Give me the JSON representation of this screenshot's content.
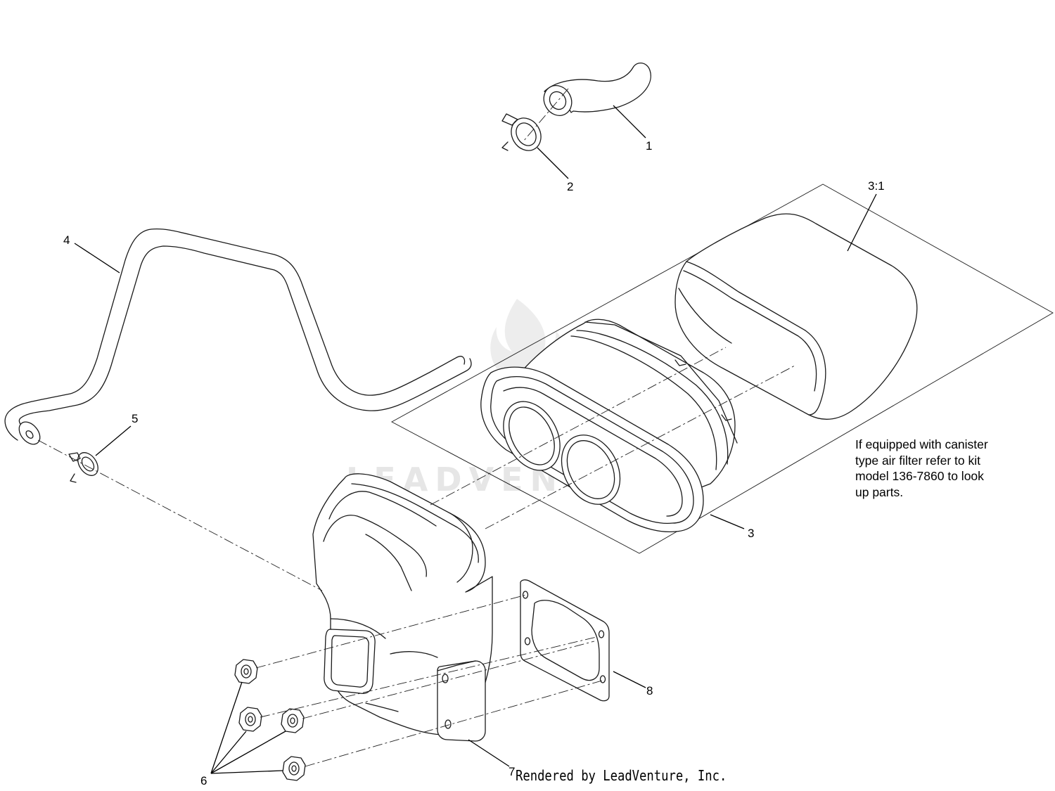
{
  "diagram": {
    "callouts": [
      {
        "id": "1",
        "label": "1"
      },
      {
        "id": "2",
        "label": "2"
      },
      {
        "id": "3",
        "label": "3"
      },
      {
        "id": "3-1",
        "label": "3:1"
      },
      {
        "id": "4",
        "label": "4"
      },
      {
        "id": "5",
        "label": "5"
      },
      {
        "id": "6",
        "label": "6"
      },
      {
        "id": "7",
        "label": "7"
      },
      {
        "id": "8",
        "label": "8"
      }
    ],
    "note": {
      "lines": [
        "If equipped with canister",
        "type air filter refer to kit",
        "model 136-7860 to look",
        "up parts."
      ]
    },
    "credit": "Rendered by LeadVenture, Inc.",
    "watermark": "LEADVENTURE"
  },
  "colors": {
    "line": "#1a1a1a",
    "watermark": "#e6e6e6",
    "background": "#ffffff"
  }
}
